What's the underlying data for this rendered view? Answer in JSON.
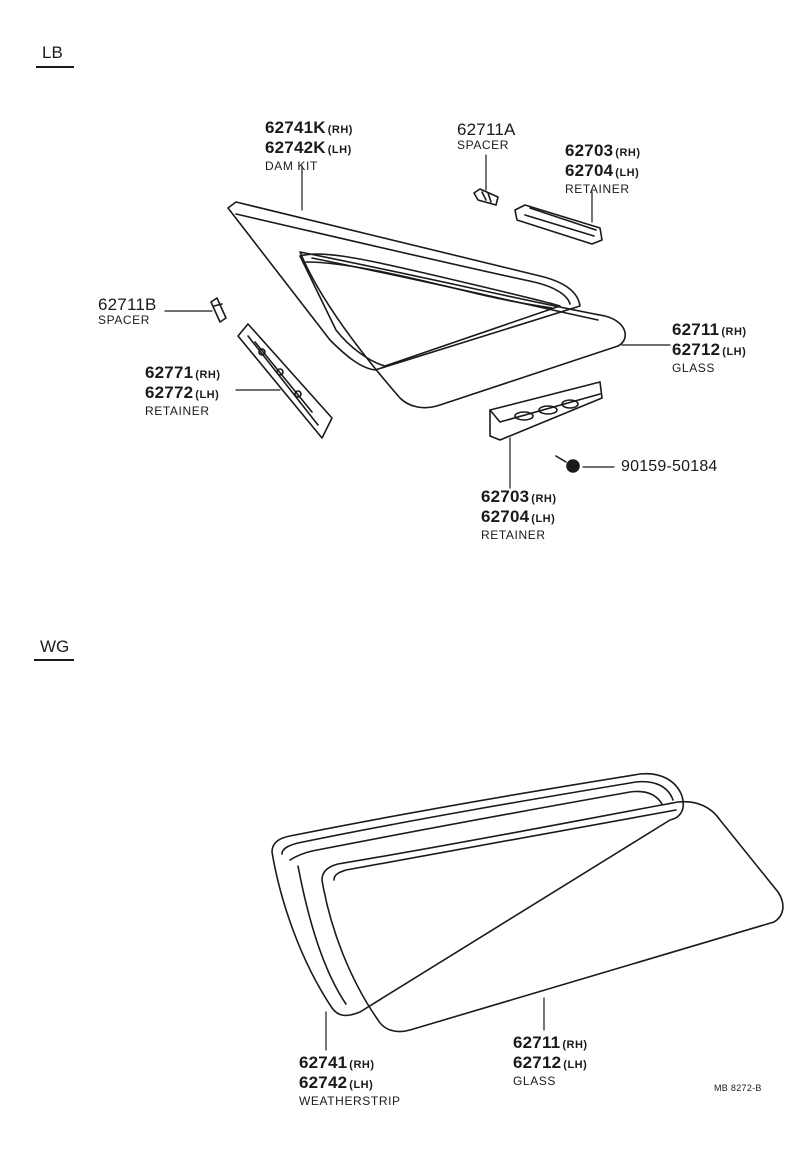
{
  "sections": {
    "top_label": "LB",
    "bottom_label": "WG"
  },
  "lb": {
    "dam_kit": {
      "pn1": "62741K",
      "side1": "(RH)",
      "pn2": "62742K",
      "side2": "(LH)",
      "name": "DAM KIT"
    },
    "spacer_a": {
      "pn": "62711A",
      "name": "SPACER"
    },
    "retainer_upper_right": {
      "pn1": "62703",
      "side1": "(RH)",
      "pn2": "62704",
      "side2": "(LH)",
      "name": "RETAINER"
    },
    "spacer_b": {
      "pn": "62711B",
      "name": "SPACER"
    },
    "retainer_left": {
      "pn1": "62771",
      "side1": "(RH)",
      "pn2": "62772",
      "side2": "(LH)",
      "name": "RETAINER"
    },
    "glass": {
      "pn1": "62711",
      "side1": "(RH)",
      "pn2": "62712",
      "side2": "(LH)",
      "name": "GLASS"
    },
    "screw": {
      "pn": "90159-50184"
    },
    "retainer_lower": {
      "pn1": "62703",
      "side1": "(RH)",
      "pn2": "62704",
      "side2": "(LH)",
      "name": "RETAINER"
    }
  },
  "wg": {
    "weatherstrip": {
      "pn1": "62741",
      "side1": "(RH)",
      "pn2": "62742",
      "side2": "(LH)",
      "name": "WEATHERSTRIP"
    },
    "glass": {
      "pn1": "62711",
      "side1": "(RH)",
      "pn2": "62712",
      "side2": "(LH)",
      "name": "GLASS"
    }
  },
  "drawing_code": "MB 8272-B"
}
